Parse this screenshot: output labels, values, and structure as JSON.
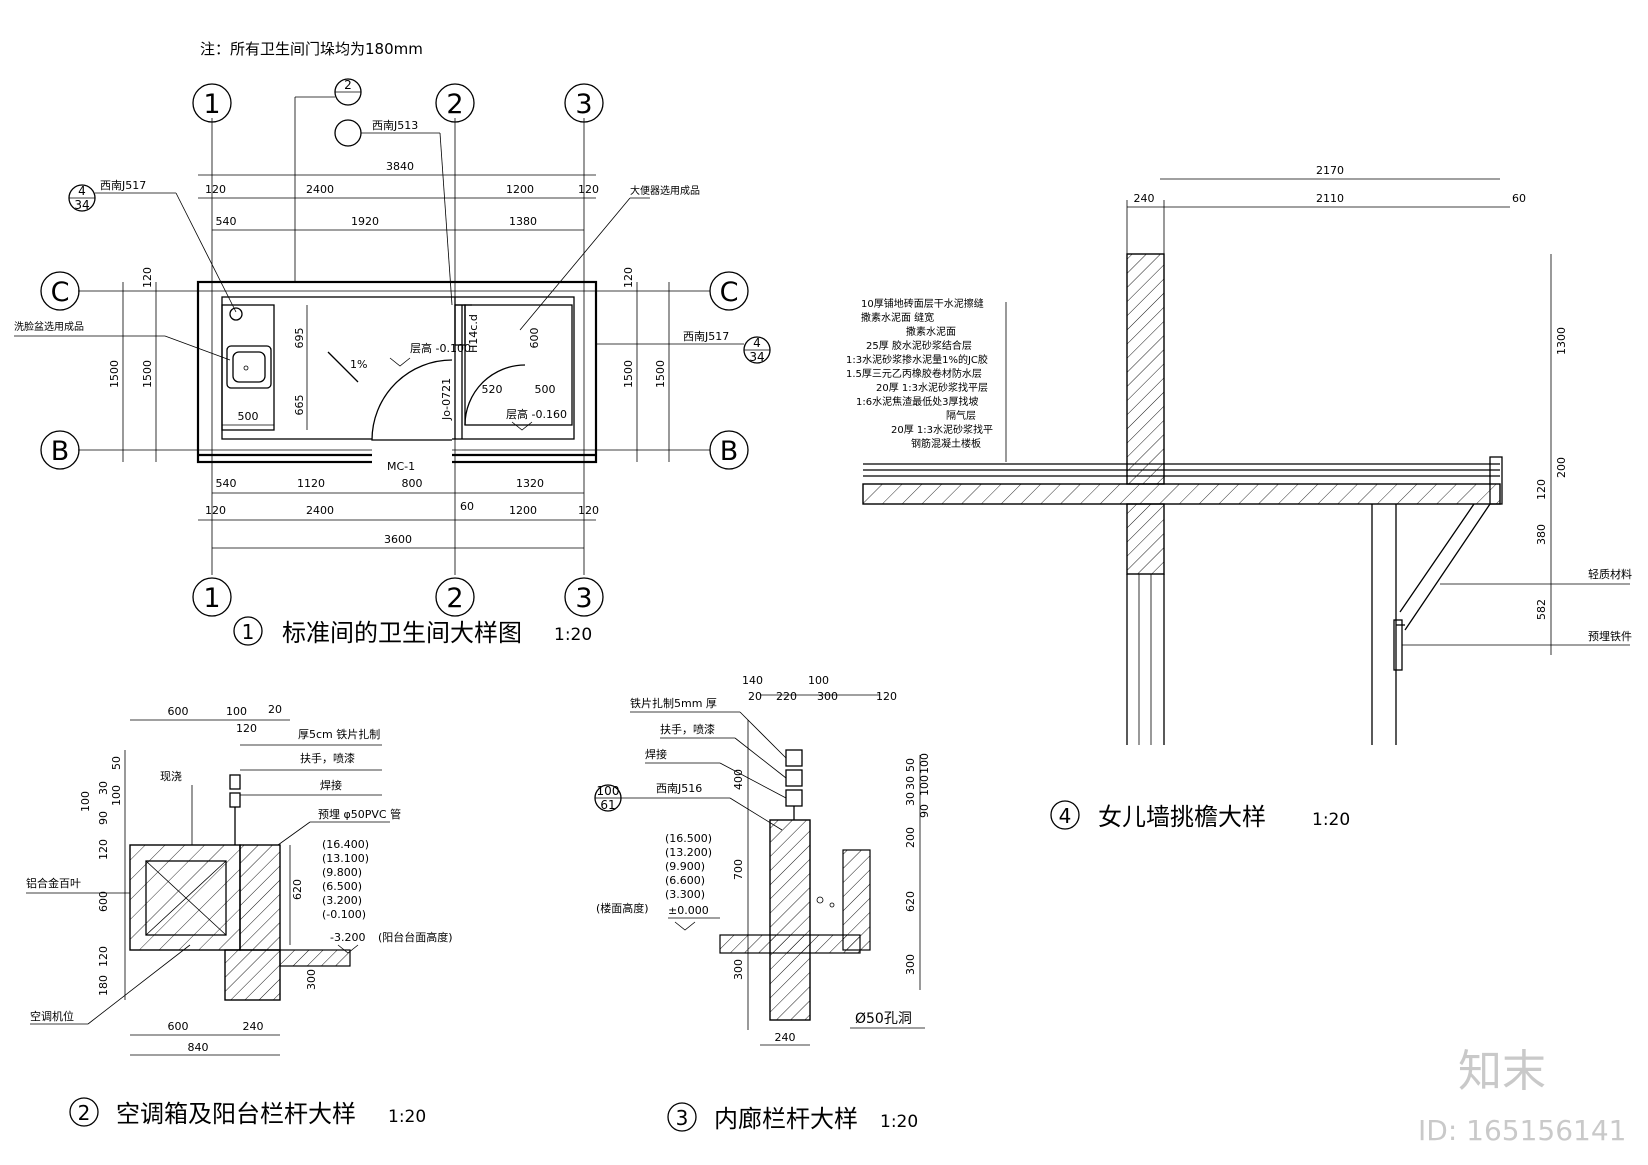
{
  "note_top": "注：所有卫生间门垛均为180mm",
  "titles": {
    "t1": {
      "num": "1",
      "text": "标准间的卫生间大样图",
      "scale": "1:20"
    },
    "t2": {
      "num": "2",
      "text": "空调箱及阳台栏杆大样",
      "scale": "1:20"
    },
    "t3": {
      "num": "3",
      "text": "内廊栏杆大样",
      "scale": "1:20"
    },
    "t4": {
      "num": "4",
      "text": "女儿墙挑檐大样",
      "scale": "1:20"
    }
  },
  "axes": {
    "a1": "1",
    "a2": "2",
    "a3": "3",
    "aC": "C",
    "aB": "B"
  },
  "plan": {
    "dim_3840": "3840",
    "dim_2400": "2400",
    "dim_1200": "1200",
    "dim_120": "120",
    "dim_540": "540",
    "dim_1920": "1920",
    "dim_1380": "1380",
    "dim_1120": "1120",
    "dim_800": "800",
    "dim_1320": "1320",
    "dim_60": "60",
    "dim_3600": "3600",
    "dim_1500": "1500",
    "dim_695": "695",
    "dim_665": "665",
    "dim_500": "500",
    "dim_600": "600",
    "dim_520": "520",
    "slope": "1%",
    "level1": "层高 -0.100",
    "level2": "层高 -0.160",
    "door": "MC-1",
    "win1": "Jo-0721",
    "win2": "H14c.d",
    "ref_j517": "西南J517",
    "ref_j513": "西南J513",
    "ref_4": "4",
    "ref_34": "34",
    "ref_2": "2",
    "label_basin": "洗脸盆选用成品",
    "label_toilet": "大便器选用成品"
  },
  "detail2": {
    "d600": "600",
    "d100": "100",
    "d20": "20",
    "d120": "120",
    "v50": "50",
    "v30": "30",
    "v100": "100",
    "v90": "90",
    "v120": "120",
    "v600": "600",
    "v180": "180",
    "v620": "620",
    "v300": "300",
    "b600": "600",
    "b240": "240",
    "b840": "840",
    "l1": "厚5cm 铁片扎制",
    "l2": "扶手，喷漆",
    "l3": "焊接",
    "l4": "预埋 φ50PVC 管",
    "l5": "现浇",
    "l6": "铝合金百叶",
    "l7": "空调机位",
    "levels": [
      "(16.400)",
      "(13.100)",
      "(9.800)",
      "(6.500)",
      "(3.200)",
      "(-0.100)",
      "-3.200"
    ],
    "level_note": "(阳台台面高度)"
  },
  "detail3": {
    "d140": "140",
    "d100": "100",
    "d20": "20",
    "d220": "220",
    "d300": "300",
    "d120": "120",
    "v400": "400",
    "v700": "700",
    "v300": "300",
    "b240": "240",
    "r50": "50",
    "r30": "30",
    "r100": "100",
    "r90": "90",
    "r200": "200",
    "r620": "620",
    "r300": "300",
    "l1": "铁片扎制5mm 厚",
    "l2": "扶手，喷漆",
    "l3": "焊接",
    "l4": "西南J516",
    "ref_top": "100",
    "ref_bot": "61",
    "levels": [
      "(16.500)",
      "(13.200)",
      "(9.900)",
      "(6.600)",
      "(3.300)",
      "±0.000"
    ],
    "level_note": "(楼面高度)",
    "hole": "Ø50孔洞"
  },
  "detail4": {
    "d2170": "2170",
    "d240": "240",
    "d2110": "2110",
    "d60": "60",
    "v1300": "1300",
    "v200": "200",
    "v120": "120",
    "v380": "380",
    "v582": "582",
    "layers": [
      "10厚铺地砖面层干水泥擦缝",
      "撒素水泥面 缝宽",
      "撒素水泥面",
      "25厚 胶水泥砂浆结合层",
      "1:3水泥砂浆掺水泥量1%的JC胶",
      "1.5厚三元乙丙橡胶卷材防水层",
      "20厚 1:3水泥砂浆找平层",
      "1:6水泥焦渣最低处3厚找坡",
      "隔气层",
      "20厚 1:3水泥砂浆找平",
      "钢筋混凝土楼板"
    ],
    "l_light": "轻质材料",
    "l_iron": "预埋铁件"
  },
  "watermark": {
    "logo": "知末",
    "id": "ID: 165156141"
  }
}
